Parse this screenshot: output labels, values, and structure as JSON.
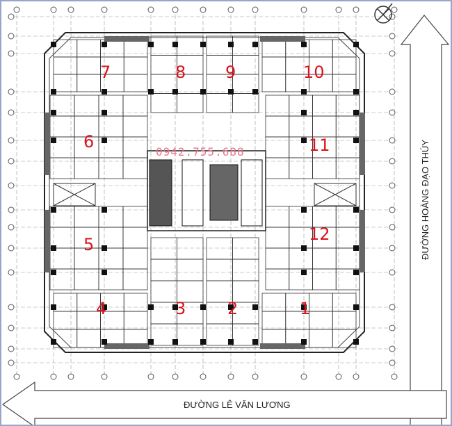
{
  "watermark_phone": "0942.755.688",
  "streets": {
    "bottom": "ĐƯỜNG LÊ VĂN LƯƠNG",
    "right": "ĐƯỜNG HOÀNG ĐẠO THÚY"
  },
  "units": [
    {
      "label": "7"
    },
    {
      "label": "8"
    },
    {
      "label": "9"
    },
    {
      "label": "10"
    },
    {
      "label": "6"
    },
    {
      "label": "11"
    },
    {
      "label": "5"
    },
    {
      "label": "12"
    },
    {
      "label": "4"
    },
    {
      "label": "3"
    },
    {
      "label": "2"
    },
    {
      "label": "1"
    }
  ],
  "colors": {
    "unit_label": "#d9141e",
    "watermark": "#e8788a",
    "lines": "#222222",
    "frame": "#9aa4c8"
  },
  "compass_icon": "north-arrow-icon"
}
